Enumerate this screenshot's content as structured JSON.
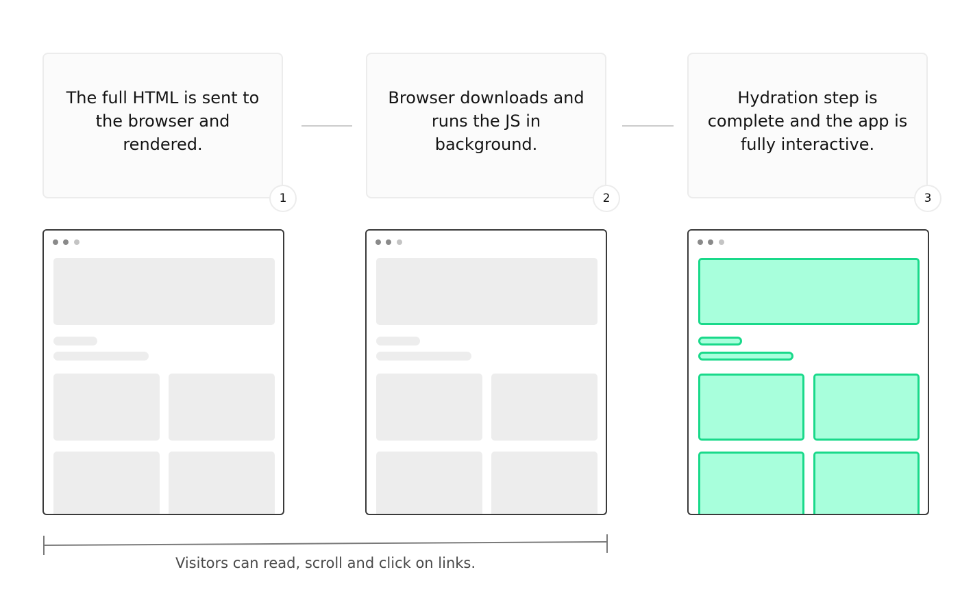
{
  "steps": [
    {
      "number": "1",
      "text": "The full HTML is sent to the browser and rendered."
    },
    {
      "number": "2",
      "text": "Browser downloads and runs the JS in background."
    },
    {
      "number": "3",
      "text": "Hydration step is complete and the app is fully interactive."
    }
  ],
  "timeline": {
    "caption": "Visitors can read, scroll and click on links."
  },
  "colors": {
    "placeholder": "#ededed",
    "hydrated_fill": "#a8ffdc",
    "hydrated_border": "#19d98a",
    "frame": "#3a3a3a"
  }
}
